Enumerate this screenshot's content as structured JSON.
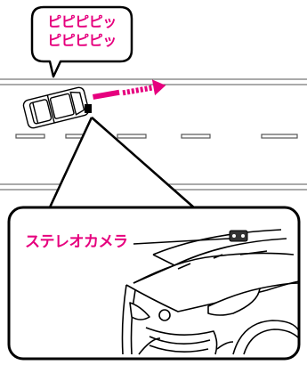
{
  "alert_callout": {
    "line1": "ピピピピッ",
    "line2": "ピピピピッ"
  },
  "camera_label": "ステレオカメラ",
  "colors": {
    "accent": "#e6007e",
    "outline": "#000000",
    "road_line": "#555555",
    "background": "#ffffff"
  },
  "icons": {
    "vehicle": "car-top-view-icon",
    "direction": "dotted-arrow-right-icon",
    "camera": "stereo-camera-icon"
  }
}
